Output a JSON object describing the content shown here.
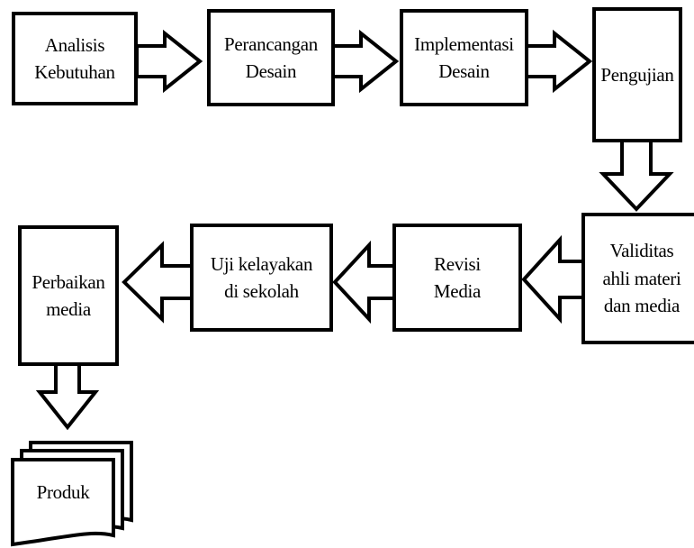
{
  "diagram": {
    "steps": {
      "analisis": "Analisis\nKebutuhan",
      "perancangan": "Perancangan\nDesain",
      "implementasi": "Implementasi\nDesain",
      "pengujian": "Pengujian",
      "validitas": "Validitas\nahli materi\ndan media",
      "revisi": "Revisi\nMedia",
      "uji": "Uji kelayakan\ndi sekolah",
      "perbaikan": "Perbaikan\nmedia",
      "produk": "Produk"
    },
    "colors": {
      "stroke": "#000000",
      "fill": "#ffffff"
    },
    "icons": {
      "arrow": "block-arrow",
      "document": "multi-document-stack"
    }
  }
}
